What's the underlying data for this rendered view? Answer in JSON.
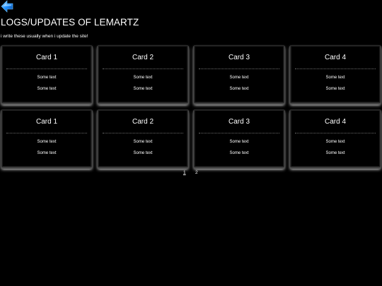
{
  "header": {
    "back_icon": "back-arrow-icon",
    "title": "LOGS/UPDATES OF LEMARTZ",
    "subtitle": "i write these usually when i update the site!"
  },
  "colors": {
    "background": "#000000",
    "text": "#ffffff",
    "back_icon_accent": "#1e90ff"
  },
  "cards": [
    {
      "title": "Card 1",
      "line1": "Some text",
      "line2": "Some text"
    },
    {
      "title": "Card 2",
      "line1": "Some text",
      "line2": "Some text"
    },
    {
      "title": "Card 3",
      "line1": "Some text",
      "line2": "Some text"
    },
    {
      "title": "Card 4",
      "line1": "Some text",
      "line2": "Some text"
    },
    {
      "title": "Card 1",
      "line1": "Some text",
      "line2": "Some text"
    },
    {
      "title": "Card 2",
      "line1": "Some text",
      "line2": "Some text"
    },
    {
      "title": "Card 3",
      "line1": "Some text",
      "line2": "Some text"
    },
    {
      "title": "Card 4",
      "line1": "Some text",
      "line2": "Some text"
    }
  ],
  "pagination": {
    "pages": [
      "1",
      "2"
    ],
    "current": "1"
  }
}
